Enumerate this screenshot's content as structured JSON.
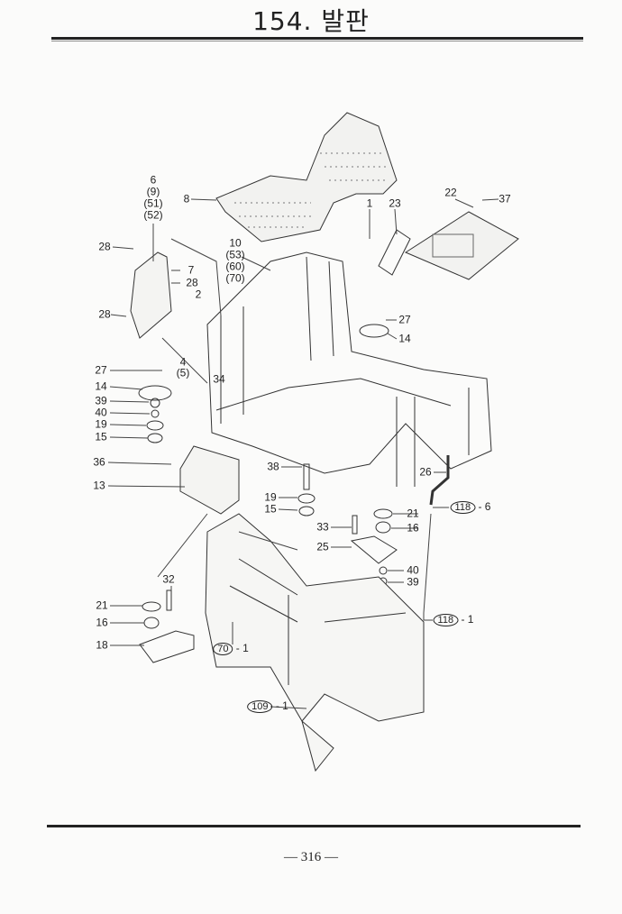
{
  "title": "154. 발판",
  "page_number": "— 316 —",
  "callouts": [
    {
      "text": "8"
    },
    {
      "text": "6"
    },
    {
      "text": "(9)"
    },
    {
      "text": "(51)"
    },
    {
      "text": "(52)"
    },
    {
      "text": "28"
    },
    {
      "text": "7"
    },
    {
      "text": "28"
    },
    {
      "text": "28"
    },
    {
      "text": "2"
    },
    {
      "text": "4"
    },
    {
      "text": "(5)"
    },
    {
      "text": "34"
    },
    {
      "text": "10"
    },
    {
      "text": "(53)"
    },
    {
      "text": "(60)"
    },
    {
      "text": "(70)"
    },
    {
      "text": "1"
    },
    {
      "text": "23"
    },
    {
      "text": "22"
    },
    {
      "text": "37"
    },
    {
      "text": "27"
    },
    {
      "text": "14"
    },
    {
      "text": "27"
    },
    {
      "text": "14"
    },
    {
      "text": "39"
    },
    {
      "text": "40"
    },
    {
      "text": "19"
    },
    {
      "text": "15"
    },
    {
      "text": "36"
    },
    {
      "text": "13"
    },
    {
      "text": "38"
    },
    {
      "text": "19"
    },
    {
      "text": "15"
    },
    {
      "text": "26"
    },
    {
      "text": "21"
    },
    {
      "text": "16"
    },
    {
      "text": "33"
    },
    {
      "text": "25"
    },
    {
      "text": "40"
    },
    {
      "text": "39"
    },
    {
      "text": "32"
    },
    {
      "text": "21"
    },
    {
      "text": "16"
    },
    {
      "text": "18"
    }
  ],
  "refs": [
    {
      "ref": "118",
      "suffix": "- 6"
    },
    {
      "ref": "118",
      "suffix": "- 1"
    },
    {
      "ref": "70",
      "suffix": "- 1"
    },
    {
      "ref": "109",
      "suffix": "- 1"
    }
  ]
}
